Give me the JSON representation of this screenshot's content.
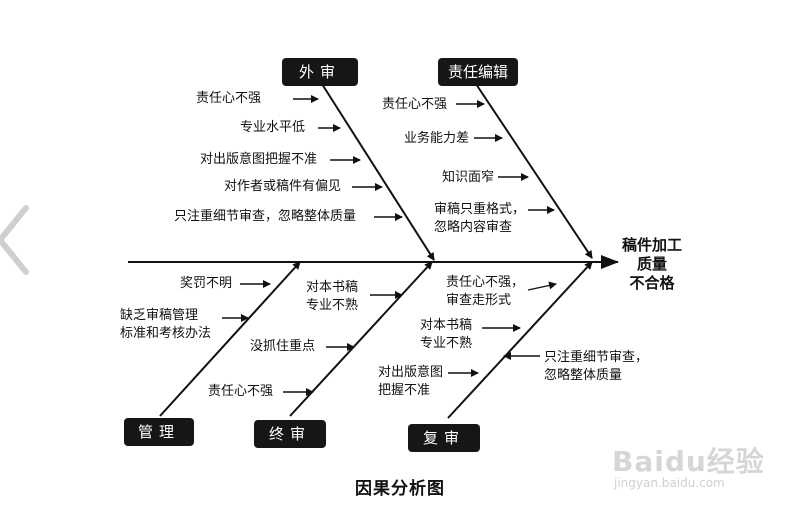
{
  "diagram": {
    "caption": "因果分析图",
    "effect_lines": [
      "稿件加工",
      "质量",
      "不合格"
    ],
    "categories": [
      {
        "label": "外审",
        "causes": [
          "责任心不强",
          "专业水平低",
          "对出版意图把握不准",
          "对作者或稿件有偏见",
          "只注重细节审查，忽略整体质量"
        ]
      },
      {
        "label": "责任编辑",
        "causes": [
          "责任心不强",
          "业务能力差",
          "知识面窄",
          "审稿只重格式，\n忽略内容审查"
        ]
      },
      {
        "label": "管理",
        "causes": [
          "奖罚不明",
          "缺乏审稿管理\n标准和考核办法"
        ]
      },
      {
        "label": "终审",
        "causes": [
          "对本书稿\n专业不熟",
          "没抓住重点",
          "责任心不强"
        ]
      },
      {
        "label": "复审",
        "causes": [
          "责任心不强，\n审查走形式",
          "对本书稿\n专业不熟",
          "对出版意图\n把握不准",
          "只注重细节审查，\n忽略整体质量"
        ]
      }
    ]
  },
  "watermark": {
    "logo": "Baidu经验",
    "url": "jingyan.baidu.com"
  }
}
